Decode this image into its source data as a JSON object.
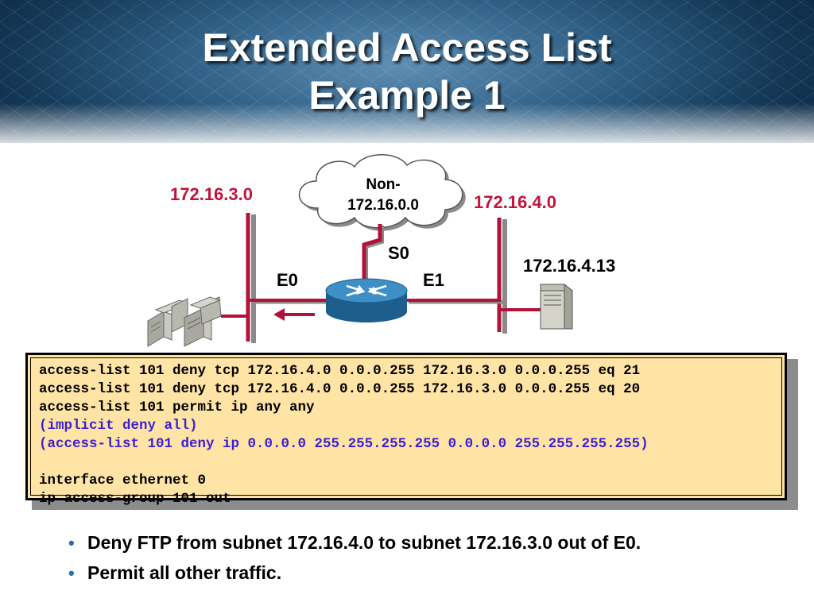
{
  "title": {
    "line1": "Extended Access List",
    "line2": "Example 1"
  },
  "diagram": {
    "cloud_label_line1": "Non-",
    "cloud_label_line2": "172.16.0.0",
    "network_left": "172.16.3.0",
    "network_right": "172.16.4.0",
    "serial_interface": "S0",
    "left_interface": "E0",
    "right_interface": "E1",
    "server_address": "172.16.4.13",
    "icons": [
      "cloud-icon",
      "router-icon",
      "server-icon",
      "workstation-group-icon",
      "arrow-left-icon"
    ],
    "colors": {
      "network_line": "#b2123a",
      "network_label": "#c0143c",
      "router": "#2f7fb5"
    }
  },
  "acl": {
    "lines": [
      {
        "text": "access-list 101 deny tcp 172.16.4.0 0.0.0.255 172.16.3.0 0.0.0.255 eq 21",
        "style": "normal"
      },
      {
        "text": "access-list 101 deny tcp 172.16.4.0 0.0.0.255 172.16.3.0 0.0.0.255 eq 20",
        "style": "normal"
      },
      {
        "text": "access-list 101 permit ip any any",
        "style": "normal"
      },
      {
        "text": "(implicit deny all)",
        "style": "blue"
      },
      {
        "text": "(access-list 101 deny ip 0.0.0.0 255.255.255.255 0.0.0.0 255.255.255.255)",
        "style": "blue"
      },
      {
        "text": "",
        "style": "normal"
      },
      {
        "text": "interface ethernet 0",
        "style": "normal"
      },
      {
        "text": "ip access-group 101 out",
        "style": "normal"
      }
    ],
    "colors": {
      "background": "#ffe4a6",
      "blue_text": "#3a1fd6"
    }
  },
  "bullets": [
    "Deny FTP from subnet 172.16.4.0 to subnet 172.16.3.0 out of E0.",
    "Permit all other traffic."
  ]
}
